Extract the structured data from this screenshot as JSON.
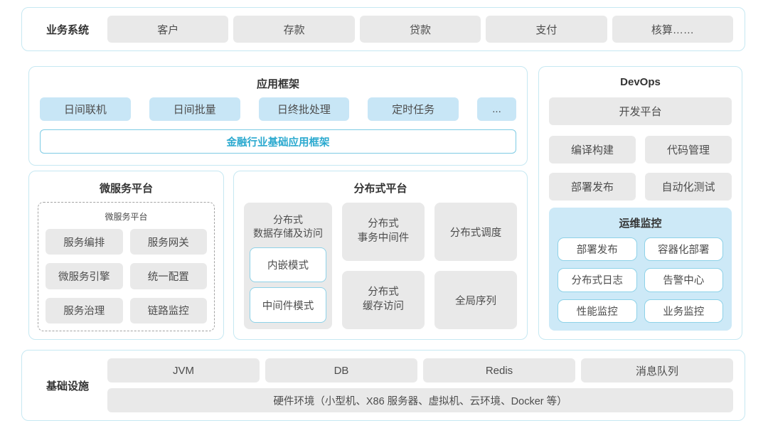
{
  "colors": {
    "panel_border": "#c6e8f2",
    "gray_module_bg": "#e9e9e9",
    "blue_module_bg": "#c8e6f6",
    "ops_monitor_bg": "#cde9f7",
    "outlined_btn_border": "#8ed2e8",
    "accent_text": "#2ba9cf",
    "body_text": "#4d4d4d",
    "title_text": "#333333"
  },
  "business_systems": {
    "label": "业务系统",
    "items": [
      "客户",
      "存款",
      "贷款",
      "支付",
      "核算……"
    ]
  },
  "app_framework": {
    "title": "应用框架",
    "modules": [
      "日间联机",
      "日间批量",
      "日终批处理",
      "定时任务",
      "..."
    ],
    "base_framework": "金融行业基础应用框架"
  },
  "microservice_platform": {
    "title": "微服务平台",
    "inner_title": "微服务平台",
    "modules": [
      "服务编排",
      "服务网关",
      "微服务引擎",
      "统一配置",
      "服务治理",
      "链路监控"
    ]
  },
  "distributed_platform": {
    "title": "分布式平台",
    "storage_label": "分布式\n数据存储及访问",
    "storage_modes": [
      "内嵌模式",
      "中间件模式"
    ],
    "modules": [
      "分布式\n事务中间件",
      "分布式调度",
      "分布式\n缓存访问",
      "全局序列"
    ]
  },
  "devops": {
    "title": "DevOps",
    "dev_platform": "开发平台",
    "modules": [
      "编译构建",
      "代码管理",
      "部署发布",
      "自动化测试"
    ],
    "ops_monitor": {
      "title": "运维监控",
      "modules": [
        "部署发布",
        "容器化部署",
        "分布式日志",
        "告警中心",
        "性能监控",
        "业务监控"
      ]
    }
  },
  "infrastructure": {
    "label": "基础设施",
    "modules": [
      "JVM",
      "DB",
      "Redis",
      "消息队列"
    ],
    "hardware": "硬件环境（小型机、X86 服务器、虚拟机、云环境、Docker 等）"
  }
}
